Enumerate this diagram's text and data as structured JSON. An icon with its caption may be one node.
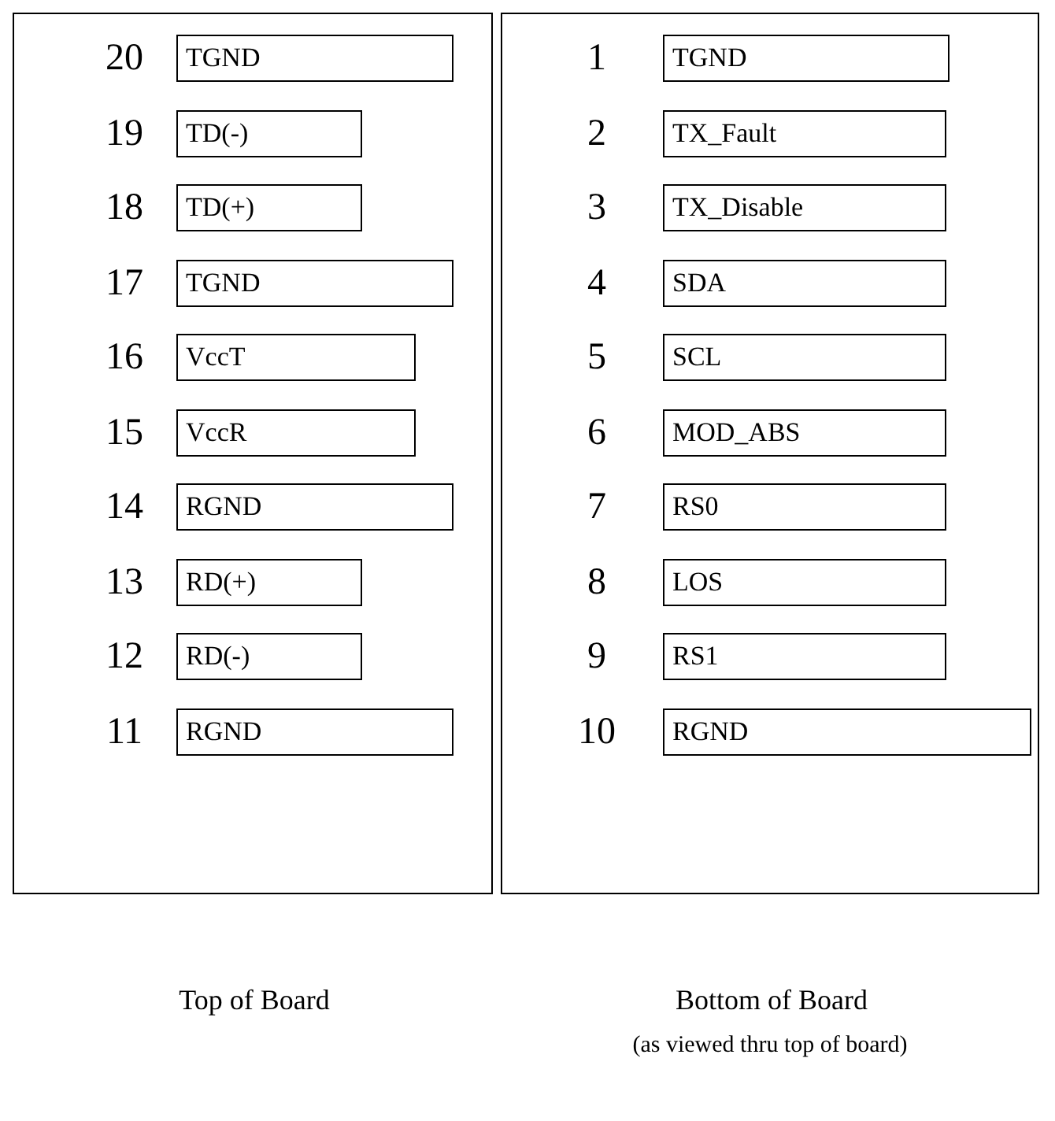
{
  "diagram": {
    "nodes": [
      {
        "text": [
          "Top of Board"
        ]
      },
      {
        "text": [
          "TGND"
        ],
        "beside": [
          "20"
        ],
        "in": 0
      },
      {
        "text": [
          "TD(-)"
        ],
        "beside": [
          "19"
        ],
        "in": 0
      },
      {
        "text": [
          "TD(+)"
        ],
        "beside": [
          "18"
        ],
        "in": 0
      },
      {
        "text": [
          "TGND"
        ],
        "beside": [
          "17"
        ],
        "in": 0
      },
      {
        "text": [
          "VccT"
        ],
        "beside": [
          "16"
        ],
        "in": 0
      },
      {
        "text": [
          "VccR"
        ],
        "beside": [
          "15"
        ],
        "in": 0
      },
      {
        "text": [
          "RGND"
        ],
        "beside": [
          "14"
        ],
        "in": 0
      },
      {
        "text": [
          "RD(+)"
        ],
        "beside": [
          "13"
        ],
        "in": 0
      },
      {
        "text": [
          "RD(-)"
        ],
        "beside": [
          "12"
        ],
        "in": 0
      },
      {
        "text": [
          "RGND"
        ],
        "beside": [
          "11"
        ],
        "in": 0
      },
      {
        "text": [
          "Bottom of Board"
        ]
      },
      {
        "text": [
          "TGND"
        ],
        "beside": [
          "1"
        ],
        "in": 11
      },
      {
        "text": [
          "TX_Fault"
        ],
        "beside": [
          "2"
        ],
        "in": 11
      },
      {
        "text": [
          "TX_Disable"
        ],
        "beside": [
          "3"
        ],
        "in": 11
      },
      {
        "text": [
          "SDA"
        ],
        "beside": [
          "4"
        ],
        "in": 11
      },
      {
        "text": [
          "SCL"
        ],
        "beside": [
          "5"
        ],
        "in": 11
      },
      {
        "text": [
          "MOD_ABS"
        ],
        "beside": [
          "6"
        ],
        "in": 11
      },
      {
        "text": [
          "RS0"
        ],
        "beside": [
          "7"
        ],
        "in": 11
      },
      {
        "text": [
          "LOS"
        ],
        "beside": [
          "8"
        ],
        "in": 11
      },
      {
        "text": [
          "RS1"
        ],
        "beside": [
          "9"
        ],
        "in": 11
      },
      {
        "text": [
          "RGND"
        ],
        "beside": [
          "10"
        ],
        "in": 11
      }
    ],
    "labels": [
      "(as viewed thru top of board)"
    ]
  }
}
